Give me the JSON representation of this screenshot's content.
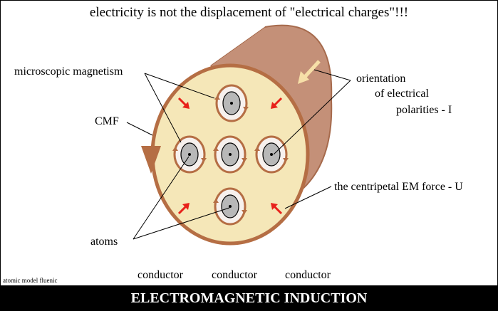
{
  "title": "electricity is not the displacement of  \"electrical charges\"!!!",
  "labels": {
    "microscopic_magnetism": "microscopic magnetism",
    "cmf": "CMF",
    "atoms": "atoms",
    "orientation_line1": "orientation",
    "orientation_line2": "of electrical",
    "orientation_line3": "polarities - I",
    "centripetal": "the centripetal EM force - U"
  },
  "conductors": [
    "conductor",
    "conductor",
    "conductor"
  ],
  "small_caption": "atomic model fluenic",
  "footer": "ELECTROMAGNETIC INDUCTION",
  "colors": {
    "cylinder_body": "#c49078",
    "cylinder_edge": "#a66a4c",
    "face_fill": "#f5e7b8",
    "face_rim": "#b56e44",
    "atom_outer": "#f7f1ee",
    "atom_inner": "#b8b8b8",
    "force_arrow": "#e8211a",
    "polarity_arrow": "#f6dfa8"
  }
}
